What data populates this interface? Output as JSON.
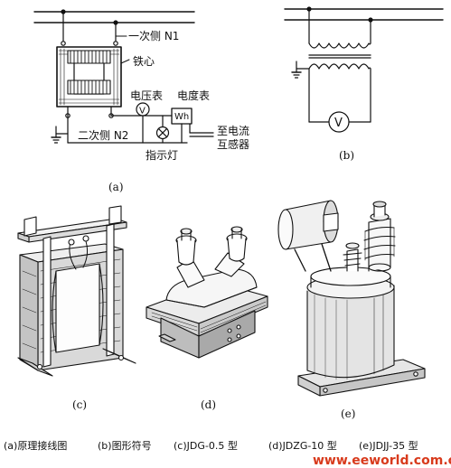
{
  "labels": {
    "primary_side": "一次侧 N1",
    "iron_core": "铁心",
    "voltmeter": "电压表",
    "watthour_meter": "电度表",
    "voltmeter_symbol": "V",
    "wh_symbol": "Wh",
    "to_current_line1": "至电流",
    "to_current_line2": "互感器",
    "secondary_side": "二次侧 N2",
    "indicator_lamp": "指示灯",
    "symbol_v": "V"
  },
  "subfigures": {
    "a": "(a)",
    "b": "(b)",
    "c": "(c)",
    "d": "(d)",
    "e": "(e)"
  },
  "caption": {
    "a": "(a)原理接线图",
    "b": "(b)图形符号",
    "c": "(c)JDG-0.5 型",
    "d": "(d)JDZG-10 型",
    "e": "(e)JDJJ-35 型"
  },
  "watermark": "www.eeworld.com.cn"
}
